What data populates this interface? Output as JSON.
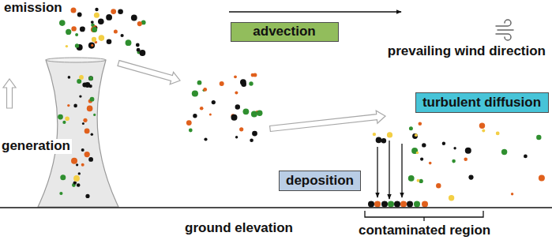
{
  "diagram": {
    "nodes": [
      {
        "text": [
          "advection"
        ]
      },
      {
        "text": [
          "turbulent diffusion"
        ]
      },
      {
        "text": [
          "deposition"
        ]
      }
    ],
    "labels": [
      "emission",
      "generation",
      "prevailing wind direction",
      "ground elevation",
      "contaminated region"
    ]
  }
}
